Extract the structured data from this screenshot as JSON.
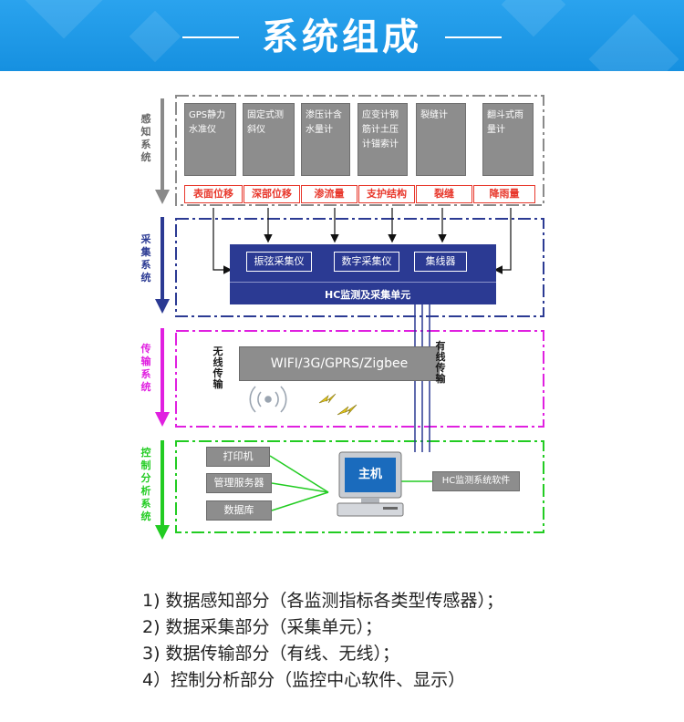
{
  "header": {
    "title": "系统组成"
  },
  "layers": [
    {
      "id": "sensing",
      "label": "感知系统",
      "color": "#8a8a8a"
    },
    {
      "id": "acquisition",
      "label": "采集系统",
      "color": "#2b3a93"
    },
    {
      "id": "transmission",
      "label": "传输系统",
      "color": "#e020e0"
    },
    {
      "id": "control",
      "label": "控制分析系统",
      "color": "#22cc22"
    }
  ],
  "sensors": [
    {
      "text": "GPS静力水准仪"
    },
    {
      "text": "固定式测斜仪"
    },
    {
      "text": "渗压计含水量计"
    },
    {
      "text": "应变计钢筋计土压计锚索计"
    },
    {
      "text": "裂缝计"
    },
    {
      "text": "翻斗式雨量计"
    }
  ],
  "indicators": [
    "表面位移",
    "深部位移",
    "渗流量",
    "支护结构",
    "裂缝",
    "降雨量"
  ],
  "acquisition": {
    "devices": [
      "振弦采集仪",
      "数字采集仪",
      "集线器"
    ],
    "unit_label": "HC监测及采集单元"
  },
  "transmission": {
    "wireless_label": "无线传输",
    "wireless_protocols": "WIFI/3G/GPRS/Zigbee",
    "wired_label": "有线传输"
  },
  "control": {
    "peripherals": [
      "打印机",
      "管理服务器",
      "数据库"
    ],
    "host_label": "主机",
    "software_label": "HC监测系统软件"
  },
  "summary": [
    "1) 数据感知部分（各监测指标各类型传感器）；",
    "2) 数据采集部分（采集单元）；",
    "3) 数据传输部分（有线、无线）；",
    "4）控制分析部分（监控中心软件、显示）"
  ]
}
